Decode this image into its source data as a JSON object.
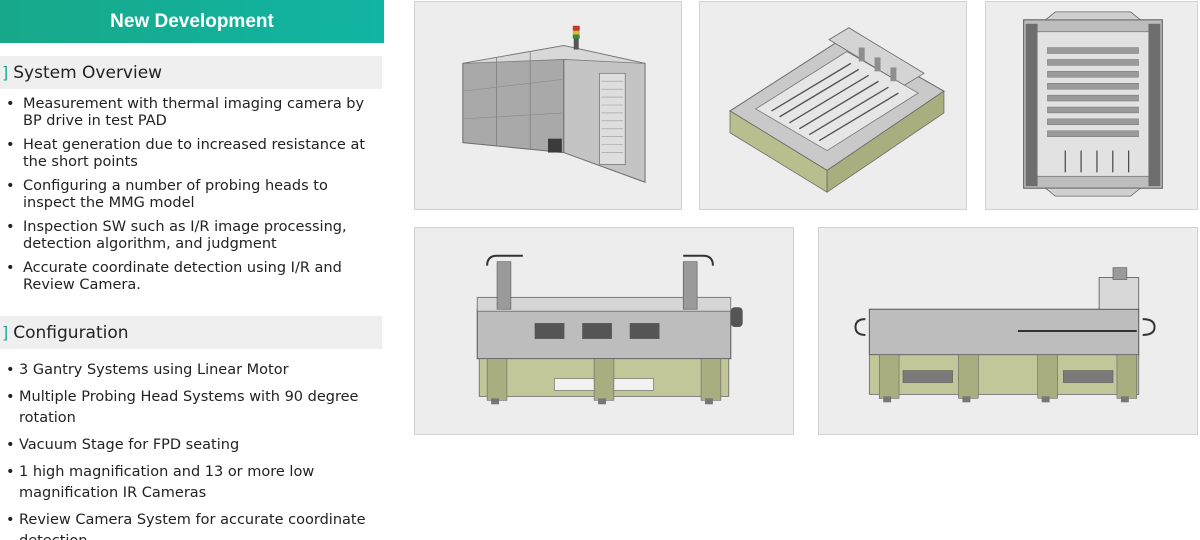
{
  "banner": {
    "title": "New Development"
  },
  "system_overview": {
    "bracket": "]",
    "heading": "System Overview",
    "items": [
      "Measurement with thermal imaging camera by BP drive in test PAD",
      "Heat generation due to increased resistance at the short points",
      "Configuring a number of probing heads to inspect the MMG model",
      "Inspection SW such as I/R image processing, detection algorithm, and judgment",
      "Accurate coordinate detection using I/R and Review Camera."
    ]
  },
  "configuration": {
    "bracket": "]",
    "heading": "Configuration",
    "items": [
      "3 Gantry Systems using Linear Motor",
      "Multiple Probing Head Systems with 90 degree rotation",
      "Vacuum Stage for FPD seating",
      "1 high magnification and 13 or more low magnification IR Cameras",
      "Review Camera System for accurate coordinate detection"
    ]
  },
  "images": [
    {
      "name": "machine-enclosure-image"
    },
    {
      "name": "machine-isometric-image"
    },
    {
      "name": "machine-top-view-image"
    },
    {
      "name": "machine-front-view-image"
    },
    {
      "name": "machine-side-view-image"
    }
  ],
  "colors": {
    "banner": "#17a889",
    "bracket": "#1aa896",
    "section_bg": "#efefef",
    "frame_bg": "#ededed"
  }
}
